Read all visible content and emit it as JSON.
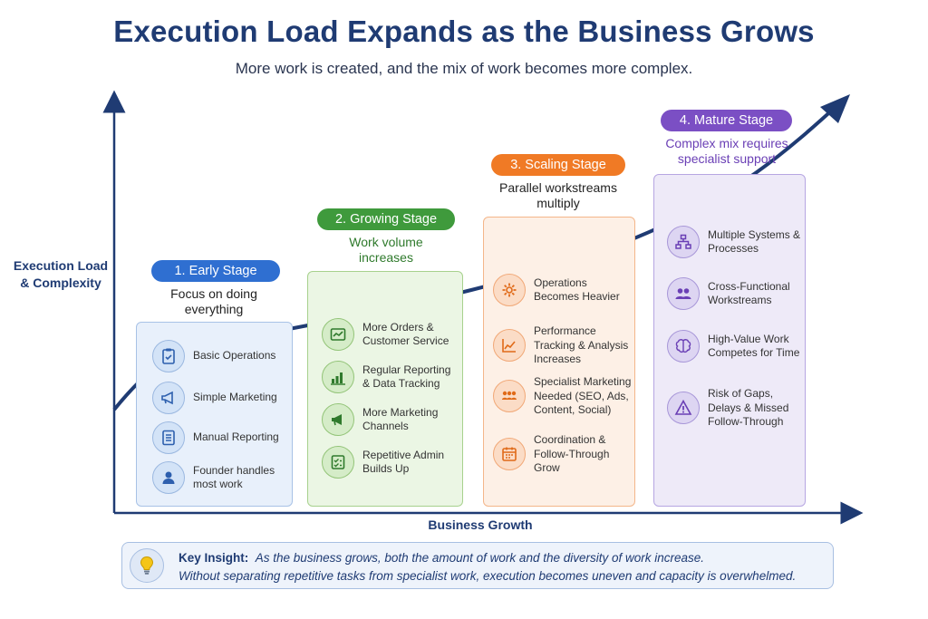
{
  "title": "Execution Load Expands as the Business Grows",
  "subtitle": "More work is created, and the mix of work becomes more complex.",
  "axes": {
    "y_label": "Execution Load & Complexity",
    "x_label": "Business Growth"
  },
  "stages": [
    {
      "badge": "1. Early Stage",
      "note": "Focus on doing everything",
      "color": "#2f6fd1",
      "items": [
        {
          "icon": "clipboard-check-icon",
          "label": "Basic Operations"
        },
        {
          "icon": "megaphone-icon",
          "label": "Simple Marketing"
        },
        {
          "icon": "document-list-icon",
          "label": "Manual Reporting"
        },
        {
          "icon": "user-icon",
          "label": "Founder handles most work"
        }
      ]
    },
    {
      "badge": "2. Growing Stage",
      "note": "Work volume increases",
      "color": "#3f9a3c",
      "items": [
        {
          "icon": "chart-window-icon",
          "label": "More Orders & Customer Service"
        },
        {
          "icon": "bar-chart-icon",
          "label": "Regular Reporting & Data Tracking"
        },
        {
          "icon": "megaphone-icon",
          "label": "More Marketing Channels"
        },
        {
          "icon": "checklist-icon",
          "label": "Repetitive Admin Builds Up"
        }
      ]
    },
    {
      "badge": "3. Scaling Stage",
      "note": "Parallel workstreams multiply",
      "color": "#f07a25",
      "items": [
        {
          "icon": "gear-icon",
          "label": "Operations Becomes Heavier"
        },
        {
          "icon": "trend-chart-icon",
          "label": "Performance Tracking & Analysis Increases"
        },
        {
          "icon": "team-icon",
          "label": "Specialist Marketing Needed (SEO, Ads, Content, Social)"
        },
        {
          "icon": "calendar-icon",
          "label": "Coordination & Follow-Through Grow"
        }
      ]
    },
    {
      "badge": "4. Mature Stage",
      "note": "Complex mix requires specialist support",
      "color": "#7b4fc4",
      "items": [
        {
          "icon": "hierarchy-icon",
          "label": "Multiple Systems & Processes"
        },
        {
          "icon": "people-icon",
          "label": "Cross-Functional Workstreams"
        },
        {
          "icon": "brain-icon",
          "label": "High-Value Work Competes for Time"
        },
        {
          "icon": "warning-icon",
          "label": "Risk of Gaps, Delays & Missed Follow-Through"
        }
      ]
    }
  ],
  "insight": {
    "icon": "lightbulb-icon",
    "heading": "Key Insight:",
    "line1": "As the business grows, both the amount of work and the diversity of work increase.",
    "line2": "Without separating repetitive tasks from specialist work, execution becomes uneven and capacity is overwhelmed."
  },
  "colors": {
    "title": "#1f3b73",
    "axis": "#1f3b73",
    "curve": "#1f3b73"
  }
}
